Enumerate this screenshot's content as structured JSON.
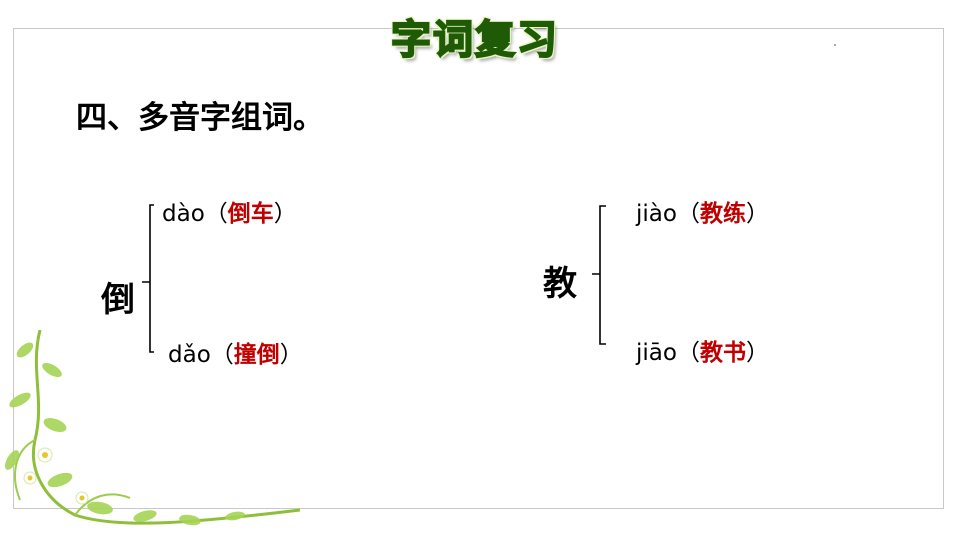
{
  "title": "字词复习",
  "heading": "四、多音字组词。",
  "groups": [
    {
      "char": "倒",
      "readings": [
        {
          "pinyin": "dào",
          "open": "（",
          "word": "倒车",
          "close": "）"
        },
        {
          "pinyin": "dǎo",
          "open": "（",
          "word": "撞倒",
          "close": "）"
        }
      ]
    },
    {
      "char": "教",
      "readings": [
        {
          "pinyin": "jiào",
          "open": "（",
          "word": "教练",
          "close": "）"
        },
        {
          "pinyin": "jiāo",
          "open": "（",
          "word": "教书",
          "close": "）"
        }
      ]
    }
  ],
  "colors": {
    "answer": "#c00000",
    "title_fill": "#4fa61a",
    "title_stroke": "#1f5a06",
    "frame": "#c8c8c8"
  },
  "decorations": {
    "banner": "green-cartoon-title-banner",
    "corner": "flower-vine-illustration"
  }
}
